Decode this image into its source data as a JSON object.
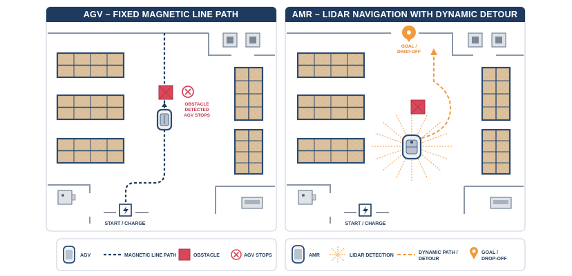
{
  "left_panel": {
    "title": "AGV – FIXED MAGNETIC LINE PATH",
    "obstacle_note": [
      "OBSTACLE",
      "DETECTED",
      "AGV STOPS"
    ],
    "start_label": "START / CHARGE"
  },
  "right_panel": {
    "title": "AMR – LIDAR NAVIGATION WITH DYNAMIC DETOUR",
    "goal_label": [
      "GOAL /",
      "DROP-OFF"
    ],
    "start_label": "START / CHARGE"
  },
  "legend_left": {
    "agv": "AGV",
    "magnetic": "MAGNETIC LINE PATH",
    "obstacle": "OBSTACLE",
    "stops": "AGV STOPS"
  },
  "legend_right": {
    "amr": "AMR",
    "lidar": "LIDAR DETECTION",
    "dynamic": [
      "DYNAMIC PATH /",
      "DETOUR"
    ],
    "goal": [
      "GOAL /",
      "DROP-OFF"
    ]
  },
  "colors": {
    "navy": "#1f3a5f",
    "orange": "#f39a3c",
    "obstacle": "#d9475a",
    "shelf": "#e3c9a8"
  }
}
